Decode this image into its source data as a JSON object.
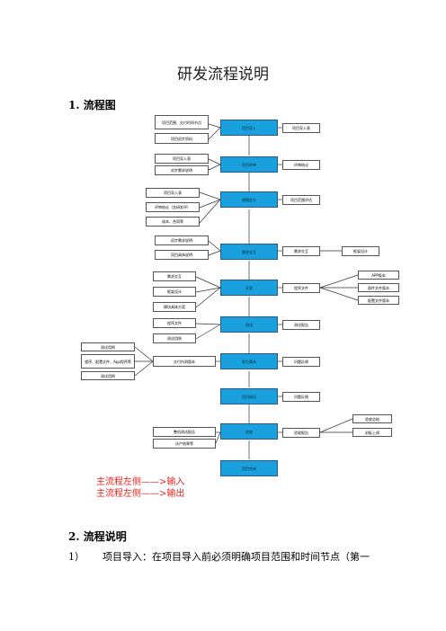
{
  "title": "研发流程说明",
  "section1": "1. 流程图",
  "section2": "2. 流程说明",
  "paragraph": {
    "num": "1）",
    "text": "项目导入：在项目导入前必须明确项目范围和时间节点（第一"
  },
  "flow": {
    "main": [
      "项目导入",
      "项目评审",
      "规格定义",
      "需求交互",
      "开发",
      "测试",
      "发行版本",
      "回归测试",
      "验收",
      "项目完成"
    ],
    "left_inputs": {
      "import": [
        "项目范围、交付时间节点",
        "项目初步资料"
      ],
      "review": [
        "项目导入表",
        "初步需求说明"
      ],
      "spec": [
        "项目导入表",
        "评审结论（含研发评）",
        "成本、合同等"
      ],
      "interact": [
        "初步需求说明",
        "项目具体说明"
      ],
      "develop": [
        "需求交互",
        "框架设计",
        "模块具体方案"
      ],
      "test": [
        "程序文件",
        "测试用例"
      ],
      "release": [
        "交付内测版本"
      ],
      "release_side": [
        "测试用例",
        "程序、配置文件、App程序等",
        "测试用例"
      ],
      "accept": [
        "整机测试报告",
        "试产结果等"
      ]
    },
    "right_outputs": {
      "import": "项目导入表",
      "review": "评审结论",
      "spec": "项目范围评估",
      "interact": "需求交互",
      "interact_extra": "框架设计",
      "develop": "程序文件",
      "develop_extra": [
        "APP版本",
        "固件文件版本",
        "配置文件版本"
      ],
      "test": "测试报告",
      "release": "问题反馈",
      "regress": "问题反馈",
      "accept": "验收报告",
      "accept_extra": [
        "验收总结",
        "封板上线"
      ]
    }
  },
  "notes": [
    "主流程左侧——>输入",
    "主流程左侧——>输出"
  ]
}
